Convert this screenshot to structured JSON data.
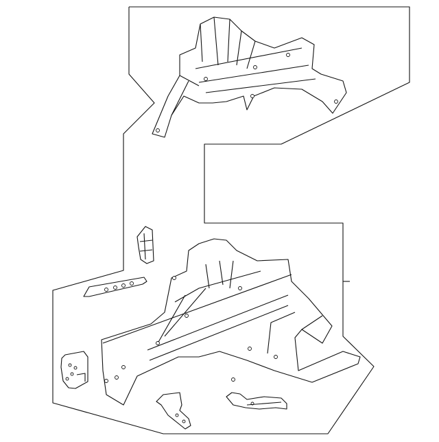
{
  "diagram": {
    "type": "exploded-parts-illustration",
    "colors": {
      "line": "#111111",
      "background": "#ffffff"
    },
    "groups": [
      {
        "id": "upper-assembly"
      },
      {
        "id": "lower-assembly"
      }
    ],
    "parts": [
      {
        "id": "upper-apron-assembly"
      },
      {
        "id": "small-bracket"
      },
      {
        "id": "reinforcement-strip"
      },
      {
        "id": "lower-apron-assembly"
      },
      {
        "id": "mount-plate"
      },
      {
        "id": "lower-bracket"
      },
      {
        "id": "curved-bracket"
      }
    ]
  }
}
